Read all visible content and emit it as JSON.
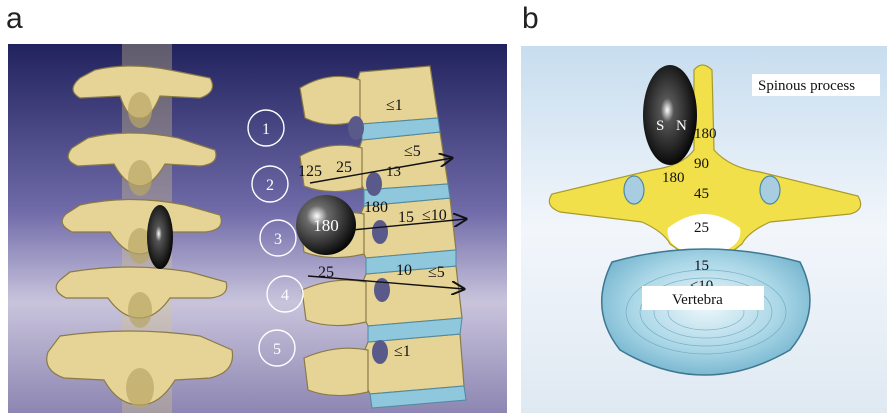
{
  "panels": {
    "a": "a",
    "b": "b"
  },
  "panel_a": {
    "levels": [
      "1",
      "2",
      "3",
      "4",
      "5"
    ],
    "magnet_value": "180",
    "level1_value": "≤1",
    "level2_values": {
      "v125": "125",
      "v25": "25",
      "v13": "13",
      "v5": "≤5"
    },
    "level3_values": {
      "v180": "180",
      "v15": "15",
      "v10": "≤10"
    },
    "level4_values": {
      "v25": "25",
      "v10": "10",
      "v5": "≤5"
    },
    "level5_value": "≤1"
  },
  "panel_b": {
    "spinous_label": "Spinous process",
    "magnet_S": "S",
    "magnet_N": "N",
    "values": [
      "180",
      "180",
      "90",
      "45",
      "25",
      "15",
      "≤10"
    ],
    "vertebra_label": "Vertebra"
  },
  "colors": {
    "background_dark": "#2a2a6a",
    "bone": "#e8d9a0",
    "disc": "#8fc7dc",
    "spinal_canal": "#f0e24a",
    "vertebra_body": "#9fd0e3"
  }
}
